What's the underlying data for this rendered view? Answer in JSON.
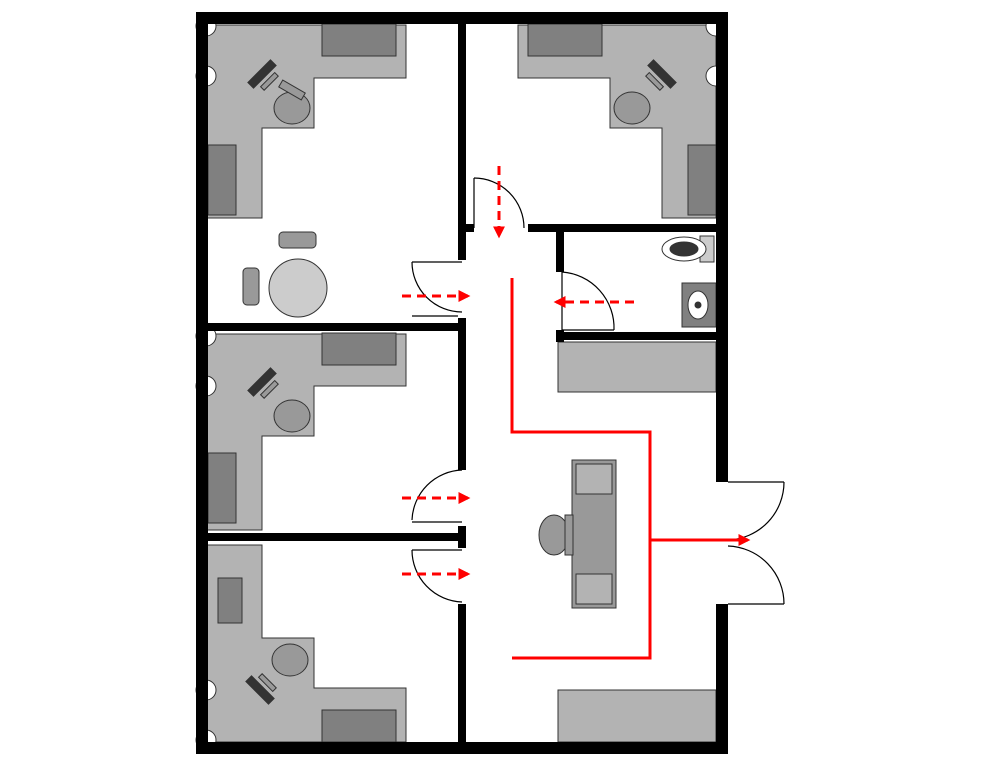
{
  "diagram": {
    "kind": "office floor plan with evacuation route",
    "colors": {
      "wall": "#000000",
      "floor": "#ffffff",
      "desk": "#b3b3b3",
      "furniture_dark": "#808080",
      "furniture_line": "#333333",
      "route": "#ff0000"
    },
    "rooms": [
      {
        "id": "office-nw",
        "furniture": [
          "corner-desk",
          "computer",
          "office-chair",
          "cabinet",
          "cabinet",
          "round-table",
          "chair"
        ]
      },
      {
        "id": "office-ne",
        "furniture": [
          "corner-desk",
          "computer",
          "office-chair",
          "cabinet",
          "cabinet"
        ]
      },
      {
        "id": "restroom",
        "furniture": [
          "toilet",
          "sink"
        ]
      },
      {
        "id": "office-w-middle",
        "furniture": [
          "corner-desk",
          "computer",
          "office-chair",
          "cabinet",
          "cabinet"
        ]
      },
      {
        "id": "office-sw",
        "furniture": [
          "corner-desk",
          "computer",
          "office-chair",
          "cabinet",
          "cabinet"
        ]
      },
      {
        "id": "corridor",
        "furniture": [
          "reception-desk",
          "chair",
          "counter",
          "counter"
        ]
      }
    ],
    "exit": {
      "type": "double door",
      "side": "east"
    },
    "route_arrows": 6,
    "legend": []
  }
}
